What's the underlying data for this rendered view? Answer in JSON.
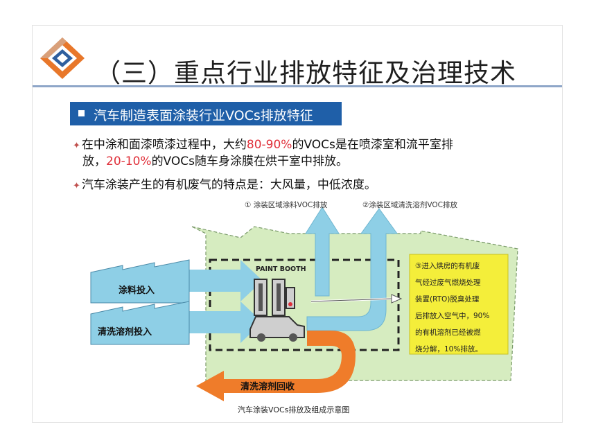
{
  "title": "（三）重点行业排放特征及治理技术",
  "section": "汽车制造表面涂装行业VOCs排放特征",
  "bullet1": {
    "line1_a": "在中涂和面漆喷漆过程中，大约",
    "line1_red": "80-90%",
    "line1_b": "的VOCs是在喷漆室和流平室排",
    "line2_a": "放，",
    "line2_red": "20-10%",
    "line2_b": "的VOCs随车身涂膜在烘干室中排放。"
  },
  "bullet2": "汽车涂装产生的有机废气的特点是：大风量，中低浓度。",
  "diagram": {
    "label_emission1": "① 涂装区域涂料VOC排放",
    "label_emission2": "②涂装区域清洗溶剂VOC排放",
    "paint_booth": "PAINT BOOTH",
    "input_paint": "涂料投入",
    "input_solvent": "清洗溶剂投入",
    "recovery": "清洗溶剂回收",
    "note_lines": [
      "③进入烘房的有机废",
      "气经过废气燃烧处理",
      "装置(RTO)脱臭处理",
      "后排放入空气中，90%",
      "的有机溶剂已经被燃",
      "烧分解，10%排放。"
    ],
    "caption": "汽车涂装VOCs排放及组成示意图"
  },
  "colors": {
    "section_bar": "#1f5fa8",
    "highlight_red": "#e0303a",
    "building_green": "#d6ecc0",
    "arrow_blue": "#8ecfe6",
    "arrow_orange": "#ef7c2a",
    "note_yellow": "#f4ee3a",
    "logo_orange": "#e8772a",
    "logo_blue": "#2f5f9e"
  }
}
